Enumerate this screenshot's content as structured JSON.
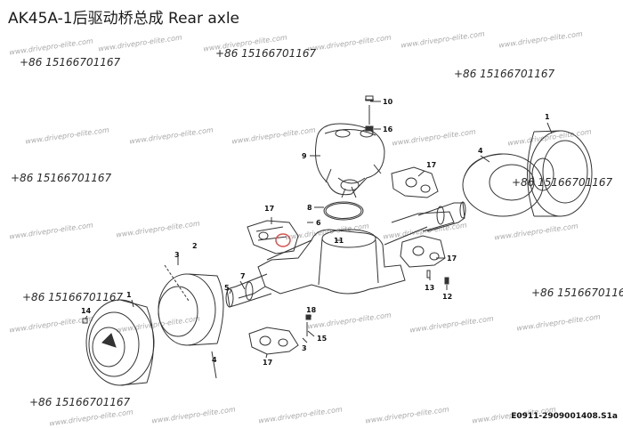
{
  "title": "AK45A-1后驱动桥总成  Rear axle",
  "watermark": "www.drivepro-elite.com",
  "phone": "+86 15166701167",
  "drawing_code": "E0911-2909001408.S1a",
  "callouts": {
    "c1a": "1",
    "c1b": "1",
    "c2": "2",
    "c3a": "3",
    "c3b": "3",
    "c4a": "4",
    "c4b": "4",
    "c5": "5",
    "c6": "6",
    "c7": "7",
    "c8": "8",
    "c9": "9",
    "c10": "10",
    "c11": "11",
    "c12": "12",
    "c13": "13",
    "c14": "14",
    "c15": "15",
    "c16": "16",
    "c17a": "17",
    "c17b": "17",
    "c17c": "17",
    "c17d": "17",
    "c18": "18"
  },
  "colors": {
    "line": "#333333",
    "highlight": "#d9534f"
  }
}
